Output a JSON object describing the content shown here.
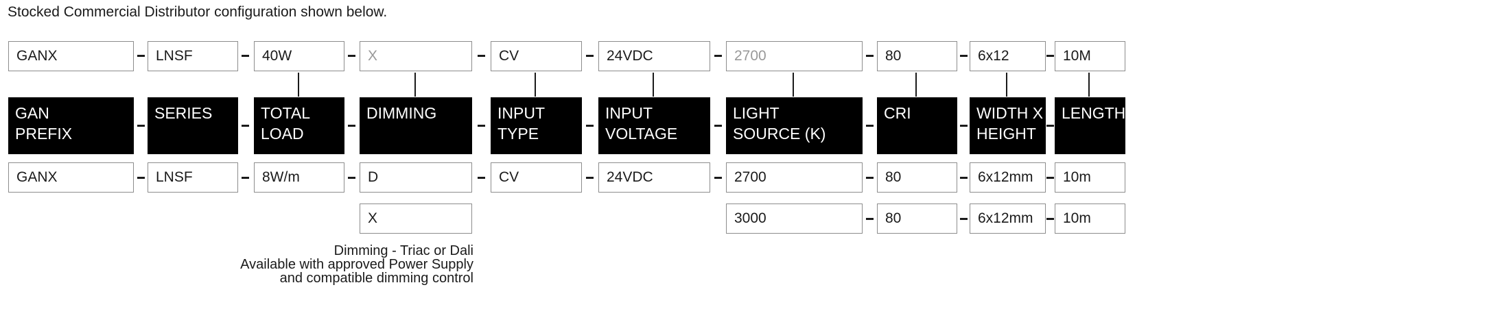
{
  "title": "Stocked Commercial Distributor configuration shown below.",
  "columns": [
    {
      "field": "GAN PREFIX",
      "header_line1": "GAN",
      "header_line2": "PREFIX",
      "stocked": "GANX",
      "stocked_muted": false,
      "option_row1": "GANX",
      "option_row2": ""
    },
    {
      "field": "SERIES",
      "header_line1": "SERIES",
      "header_line2": "",
      "stocked": "LNSF",
      "stocked_muted": false,
      "option_row1": "LNSF",
      "option_row2": ""
    },
    {
      "field": "TOTAL LOAD",
      "header_line1": "TOTAL",
      "header_line2": "LOAD",
      "stocked": "40W",
      "stocked_muted": false,
      "option_row1": "8W/m",
      "option_row2": ""
    },
    {
      "field": "DIMMING",
      "header_line1": "DIMMING",
      "header_line2": "",
      "stocked": "X",
      "stocked_muted": true,
      "option_row1": "D",
      "option_row2": "X"
    },
    {
      "field": "INPUT TYPE",
      "header_line1": "INPUT",
      "header_line2": "TYPE",
      "stocked": "CV",
      "stocked_muted": false,
      "option_row1": "CV",
      "option_row2": ""
    },
    {
      "field": "INPUT VOLTAGE",
      "header_line1": "INPUT",
      "header_line2": "VOLTAGE",
      "stocked": "24VDC",
      "stocked_muted": false,
      "option_row1": "24VDC",
      "option_row2": ""
    },
    {
      "field": "LIGHT SOURCE (K)",
      "header_line1": "LIGHT",
      "header_line2": "SOURCE (K)",
      "stocked": "2700",
      "stocked_muted": true,
      "option_row1": "2700",
      "option_row2": "3000"
    },
    {
      "field": "CRI",
      "header_line1": "CRI",
      "header_line2": "",
      "stocked": "80",
      "stocked_muted": false,
      "option_row1": "80",
      "option_row2": "80"
    },
    {
      "field": "WIDTH X HEIGHT",
      "header_line1": "WIDTH X",
      "header_line2": "HEIGHT",
      "stocked": "6x12",
      "stocked_muted": false,
      "option_row1": "6x12mm",
      "option_row2": "6x12mm"
    },
    {
      "field": "LENGTH",
      "header_line1": "LENGTH",
      "header_line2": "",
      "stocked": "10M",
      "stocked_muted": false,
      "option_row1": "10m",
      "option_row2": "10m"
    }
  ],
  "note": {
    "line1": "Dimming - Triac or Dali",
    "line2": "Available with approved Power Supply",
    "line3": "and compatible dimming control"
  },
  "colors": {
    "background": "#ffffff",
    "header_bg": "#000000",
    "header_text": "#ffffff",
    "box_border": "#8c8c8c",
    "text": "#1a1a1a",
    "muted_text": "#999999"
  }
}
